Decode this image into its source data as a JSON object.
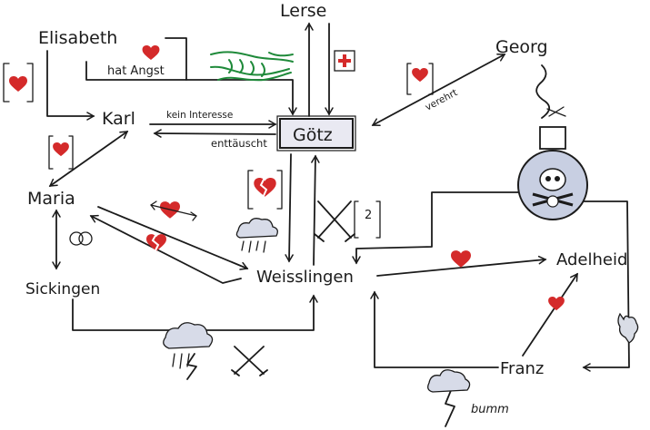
{
  "characters": {
    "goetz": "Götz",
    "lerse": "Lerse",
    "georg": "Georg",
    "elisabeth": "Elisabeth",
    "karl": "Karl",
    "maria": "Maria",
    "sickingen": "Sickingen",
    "weisslingen": "Weisslingen",
    "adelheid": "Adelheid",
    "franz": "Franz"
  },
  "relations": {
    "hat_angst": "hat Angst",
    "kein_interesse": "kein Interesse",
    "enttaeuscht": "enttäuscht",
    "verehrt": "verehrt",
    "bumm": "bumm",
    "bracket_number": "2"
  },
  "colors": {
    "ink": "#1b1b1b",
    "heart": "#d42a2a",
    "handshake": "#1f8a3a",
    "box_fill": "#e9e9f2",
    "red_cross": "#d42a2a"
  },
  "icons": [
    "heart-icon",
    "broken-heart-icon",
    "arrow-pierced-heart-icon",
    "handshake-icon",
    "red-cross-icon",
    "crossed-swords-icon",
    "wedding-rings-icon",
    "poison-bottle-skull-icon",
    "rain-cloud-icon",
    "storm-cloud-icon",
    "lightning-icon",
    "glove-icon"
  ]
}
